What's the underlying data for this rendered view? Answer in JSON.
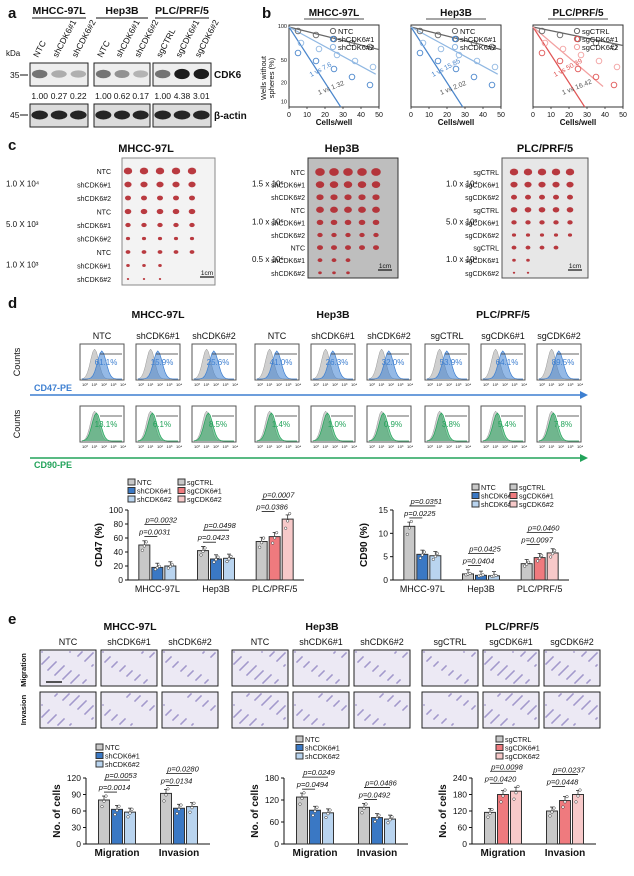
{
  "panels": {
    "a": {
      "label": "a",
      "groups": [
        {
          "name": "MHCC-97L",
          "lanes": [
            "NTC",
            "shCDK6#1",
            "shCDK6#2"
          ],
          "values": [
            "1.00",
            "0.27",
            "0.22"
          ]
        },
        {
          "name": "Hep3B",
          "lanes": [
            "NTC",
            "shCDK6#1",
            "shCDK6#2"
          ],
          "values": [
            "1.00",
            "0.62",
            "0.17"
          ]
        },
        {
          "name": "PLC/PRF/5",
          "lanes": [
            "sgCTRL",
            "sgCDK6#1",
            "sgCDK6#2"
          ],
          "values": [
            "1.00",
            "4.38",
            "3.01"
          ]
        }
      ],
      "kda_label": "kDa",
      "marker_35": "35",
      "marker_45": "45",
      "row_labels": [
        "CDK6",
        "β-actin"
      ]
    },
    "b": {
      "label": "b",
      "ylabel": "Wells without spheres (%)",
      "xlabel": "Cells/well",
      "xticks": [
        "0",
        "10",
        "20",
        "30",
        "40",
        "50"
      ],
      "yticks": [
        "100",
        "50",
        "20",
        "10"
      ],
      "groups": [
        {
          "name": "MHCC-97L",
          "legend": [
            "NTC",
            "shCDK6#1",
            "shCDK6#2"
          ],
          "annotations": [
            "1 vs 7.6",
            "1 vs 1.32"
          ]
        },
        {
          "name": "Hep3B",
          "legend": [
            "NTC",
            "shCDK6#1",
            "shCDK6#2"
          ],
          "annotations": [
            "1 vs 15.85",
            "1 vs 2.02"
          ]
        },
        {
          "name": "PLC/PRF/5",
          "legend": [
            "sgCTRL",
            "sgCDK6#1",
            "sgCDK6#2"
          ],
          "annotations": [
            "1 vs 50.39",
            "1 vs 16.42"
          ]
        }
      ]
    },
    "c": {
      "label": "c",
      "groups": [
        {
          "name": "MHCC-97L",
          "doses": [
            "1.0 X 10⁴",
            "5.0 X 10³",
            "1.0 X 10³"
          ],
          "lanes": [
            "NTC",
            "shCDK6#1",
            "shCDK6#2"
          ]
        },
        {
          "name": "Hep3B",
          "doses": [
            "1.5 x 10⁶",
            "1.0 x 10⁶",
            "0.5 x 10⁶"
          ],
          "lanes": [
            "NTC",
            "shCDK6#1",
            "shCDK6#2"
          ]
        },
        {
          "name": "PLC/PRF/5",
          "doses": [
            "1.0 x 10⁴",
            "5.0 x 10³",
            "1.0 x 10³"
          ],
          "lanes": [
            "sgCTRL",
            "sgCDK6#1",
            "sgCDK6#2"
          ]
        }
      ],
      "scale": "1cm"
    },
    "d": {
      "label": "d",
      "groups": [
        {
          "name": "MHCC-97L",
          "cols": [
            "NTC",
            "shCDK6#1",
            "shCDK6#2"
          ],
          "cd47": [
            "61.1%",
            "15.9%",
            "25.6%"
          ],
          "cd90": [
            "13.1%",
            "6.1%",
            "8.5%"
          ]
        },
        {
          "name": "Hep3B",
          "cols": [
            "NTC",
            "shCDK6#1",
            "shCDK6#2"
          ],
          "cd47": [
            "41.0%",
            "26.3%",
            "32.0%"
          ],
          "cd90": [
            "1.4%",
            "1.0%",
            "0.9%"
          ]
        },
        {
          "name": "PLC/PRF/5",
          "cols": [
            "sgCTRL",
            "sgCDK6#1",
            "sgCDK6#2"
          ],
          "cd47": [
            "53.9%",
            "64.1%",
            "89.5%"
          ],
          "cd90": [
            "3.8%",
            "5.4%",
            "7.8%"
          ]
        }
      ],
      "counts_label": "Counts",
      "cd47_label": "CD47-PE",
      "cd90_label": "CD90-PE",
      "hist_ticks": [
        "10⁰",
        "10¹",
        "10²",
        "10³",
        "10⁴"
      ]
    },
    "e": {
      "label": "e",
      "groups": [
        {
          "name": "MHCC-97L",
          "cols": [
            "NTC",
            "shCDK6#1",
            "shCDK6#2"
          ]
        },
        {
          "name": "Hep3B",
          "cols": [
            "NTC",
            "shCDK6#1",
            "shCDK6#2"
          ]
        },
        {
          "name": "PLC/PRF/5",
          "cols": [
            "sgCTRL",
            "sgCDK6#1",
            "sgCDK6#2"
          ]
        }
      ],
      "row_labels": [
        "Migration",
        "Invasion"
      ]
    }
  },
  "colors": {
    "ntc": "#c8c8c8",
    "sh1": "#3a78c4",
    "sh2": "#b9d4ef",
    "sg1": "#ef7a7e",
    "sg2": "#f7c9c9",
    "cd47": "#3d7fd1",
    "cd90": "#22a35a",
    "tumor": "#b2262c",
    "stain": "#8e82c0"
  },
  "chart_data": [
    {
      "type": "bar",
      "panel": "d-left",
      "ylabel": "CD47 (%)",
      "ylim": [
        0,
        100
      ],
      "yticks": [
        "0",
        "20",
        "40",
        "60",
        "80",
        "100"
      ],
      "categories": [
        "MHCC-97L",
        "Hep3B",
        "PLC/PRF/5"
      ],
      "legend": [
        "NTC",
        "shCDK6#1",
        "shCDK6#2",
        "sgCTRL",
        "sgCDK6#1",
        "sgCDK6#2"
      ],
      "groups": [
        {
          "category": "MHCC-97L",
          "bars": [
            {
              "c": "ntc",
              "v": 50
            },
            {
              "c": "sh1",
              "v": 18
            },
            {
              "c": "sh2",
              "v": 20
            }
          ],
          "p": [
            "p=0.0032",
            "p=0.0031"
          ]
        },
        {
          "category": "Hep3B",
          "bars": [
            {
              "c": "ntc",
              "v": 42
            },
            {
              "c": "sh1",
              "v": 30
            },
            {
              "c": "sh2",
              "v": 31
            }
          ],
          "p": [
            "p=0.0498",
            "p=0.0423"
          ]
        },
        {
          "category": "PLC/PRF/5",
          "bars": [
            {
              "c": "ntc",
              "v": 55
            },
            {
              "c": "sg1",
              "v": 62
            },
            {
              "c": "sg2",
              "v": 87
            }
          ],
          "p": [
            "p=0.0007",
            "p=0.0386"
          ]
        }
      ]
    },
    {
      "type": "bar",
      "panel": "d-right",
      "ylabel": "CD90 (%)",
      "ylim": [
        0,
        15
      ],
      "yticks": [
        "0",
        "5",
        "10",
        "15"
      ],
      "categories": [
        "MHCC-97L",
        "Hep3B",
        "PLC/PRF/5"
      ],
      "legend": [
        "NTC",
        "shCDK6#1",
        "shCDK6#2",
        "sgCTRL",
        "sgCDK6#1",
        "sgCDK6#2"
      ],
      "groups": [
        {
          "category": "MHCC-97L",
          "bars": [
            {
              "c": "ntc",
              "v": 11.5
            },
            {
              "c": "sh1",
              "v": 5.5
            },
            {
              "c": "sh2",
              "v": 5.2
            }
          ],
          "p": [
            "p=0.0351",
            "p=0.0225"
          ]
        },
        {
          "category": "Hep3B",
          "bars": [
            {
              "c": "ntc",
              "v": 1.3
            },
            {
              "c": "sh1",
              "v": 1.0
            },
            {
              "c": "sh2",
              "v": 0.9
            }
          ],
          "p": [
            "p=0.0425",
            "p=0.0404"
          ]
        },
        {
          "category": "PLC/PRF/5",
          "bars": [
            {
              "c": "ntc",
              "v": 3.5
            },
            {
              "c": "sg1",
              "v": 4.8
            },
            {
              "c": "sg2",
              "v": 5.8
            }
          ],
          "p": [
            "p=0.0460",
            "p=0.0097"
          ]
        }
      ]
    },
    {
      "type": "bar",
      "panel": "e-1",
      "ylabel": "No. of cells",
      "ylim": [
        0,
        120
      ],
      "yticks": [
        "0",
        "30",
        "60",
        "90",
        "120"
      ],
      "categories": [
        "Migration",
        "Invasion"
      ],
      "legend": [
        "NTC",
        "shCDK6#1",
        "shCDK6#2"
      ],
      "groups": [
        {
          "category": "Migration",
          "bars": [
            {
              "c": "ntc",
              "v": 80
            },
            {
              "c": "sh1",
              "v": 63
            },
            {
              "c": "sh2",
              "v": 58
            }
          ],
          "p": [
            "p=0.0053",
            "p=0.0014"
          ]
        },
        {
          "category": "Invasion",
          "bars": [
            {
              "c": "ntc",
              "v": 92
            },
            {
              "c": "sh1",
              "v": 65
            },
            {
              "c": "sh2",
              "v": 68
            }
          ],
          "p": [
            "p=0.0280",
            "p=0.0134"
          ]
        }
      ]
    },
    {
      "type": "bar",
      "panel": "e-2",
      "ylabel": "No. of cells",
      "ylim": [
        0,
        180
      ],
      "yticks": [
        "0",
        "60",
        "120",
        "180"
      ],
      "categories": [
        "Migration",
        "Invasion"
      ],
      "legend": [
        "NTC",
        "shCDK6#1",
        "shCDK6#2"
      ],
      "groups": [
        {
          "category": "Migration",
          "bars": [
            {
              "c": "ntc",
              "v": 128
            },
            {
              "c": "sh1",
              "v": 92
            },
            {
              "c": "sh2",
              "v": 85
            }
          ],
          "p": [
            "p=0.0249",
            "p=0.0494"
          ]
        },
        {
          "category": "Invasion",
          "bars": [
            {
              "c": "ntc",
              "v": 100
            },
            {
              "c": "sh1",
              "v": 72
            },
            {
              "c": "sh2",
              "v": 68
            }
          ],
          "p": [
            "p=0.0486",
            "p=0.0492"
          ]
        }
      ]
    },
    {
      "type": "bar",
      "panel": "e-3",
      "ylabel": "No. of cells",
      "ylim": [
        0,
        240
      ],
      "yticks": [
        "0",
        "60",
        "120",
        "180",
        "240"
      ],
      "categories": [
        "Migration",
        "Invasion"
      ],
      "legend": [
        "sgCTRL",
        "sgCDK6#1",
        "sgCDK6#2"
      ],
      "groups": [
        {
          "category": "Migration",
          "bars": [
            {
              "c": "ntc",
              "v": 115
            },
            {
              "c": "sg1",
              "v": 180
            },
            {
              "c": "sg2",
              "v": 192
            }
          ],
          "p": [
            "p=0.0098",
            "p=0.0420"
          ]
        },
        {
          "category": "Invasion",
          "bars": [
            {
              "c": "ntc",
              "v": 120
            },
            {
              "c": "sg1",
              "v": 158
            },
            {
              "c": "sg2",
              "v": 180
            }
          ],
          "p": [
            "p=0.0237",
            "p=0.0448"
          ]
        }
      ]
    }
  ]
}
